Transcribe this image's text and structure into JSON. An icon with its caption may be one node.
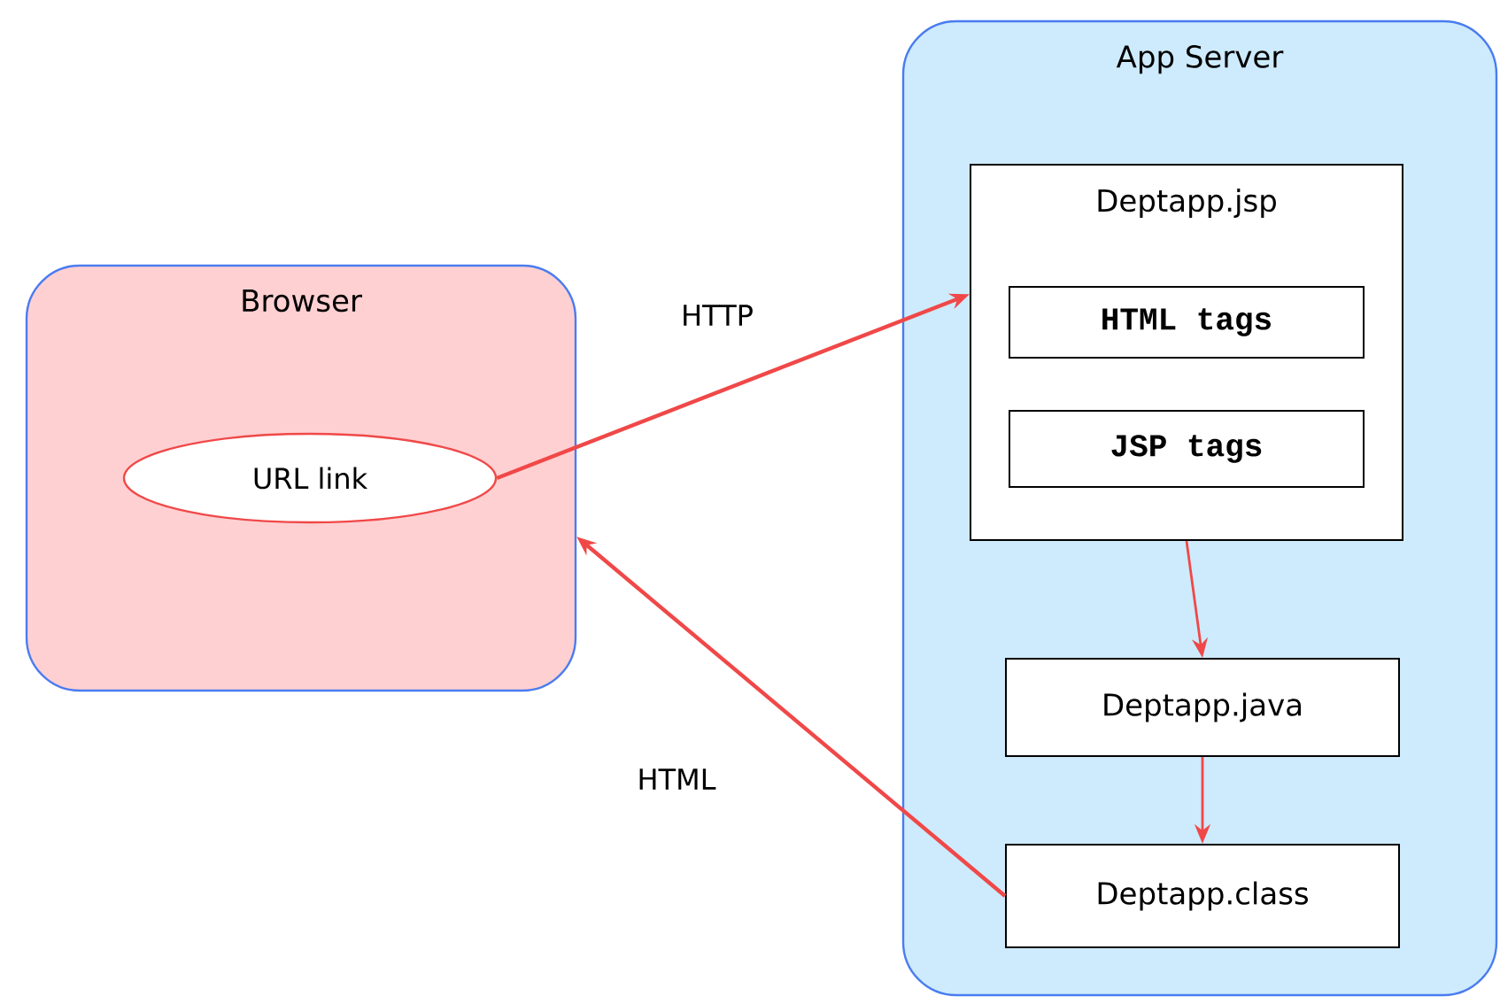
{
  "diagram": {
    "nodes": [
      {
        "text": [
          "Browser"
        ]
      },
      {
        "text": [
          "URL link"
        ],
        "in": 0
      },
      {
        "text": [
          "App Server"
        ]
      },
      {
        "text": [
          "Deptapp.jsp"
        ],
        "in": 2
      },
      {
        "text": [
          "HTML tags"
        ],
        "in": 3
      },
      {
        "text": [
          "JSP tags"
        ],
        "in": 3
      },
      {
        "text": [
          "Deptapp.java"
        ],
        "in": 2
      },
      {
        "text": [
          "Deptapp.class"
        ],
        "in": 2
      }
    ],
    "edges": [
      {
        "from": 1,
        "to": 3,
        "arrow": "to",
        "label": "HTTP"
      },
      {
        "from": 3,
        "to": 6,
        "arrow": "to"
      },
      {
        "from": 6,
        "to": 7,
        "arrow": "to"
      },
      {
        "from": 7,
        "to": 0,
        "arrow": "to",
        "label": "HTML"
      }
    ]
  }
}
